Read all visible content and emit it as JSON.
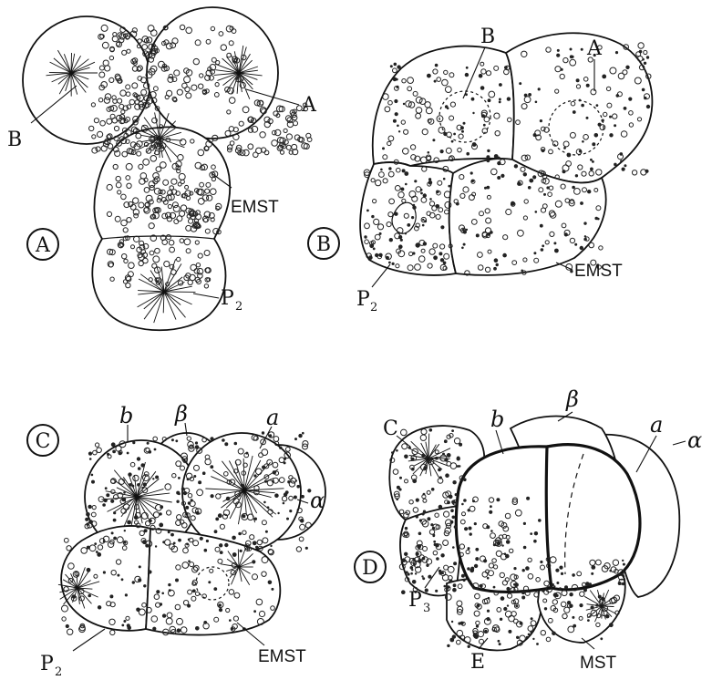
{
  "panels": {
    "A": {
      "badge": "A",
      "labels": {
        "A": "A",
        "B": "B",
        "EMST": "EMST",
        "P": "P",
        "P_sub": "2"
      }
    },
    "B": {
      "badge": "B",
      "labels": {
        "A": "A",
        "B": "B",
        "EMST": "EMST",
        "P": "P",
        "P_sub": "2"
      }
    },
    "C": {
      "badge": "C",
      "labels": {
        "b": "b",
        "beta": "β",
        "a": "a",
        "alpha": "α",
        "EMST": "EMST",
        "P": "P",
        "P_sub": "2"
      }
    },
    "D": {
      "badge": "D",
      "labels": {
        "C": "C",
        "b": "b",
        "beta": "β",
        "a": "a",
        "alpha": "α",
        "P": "P",
        "P_sub": "3",
        "E": "E",
        "MST": "MST"
      }
    }
  }
}
